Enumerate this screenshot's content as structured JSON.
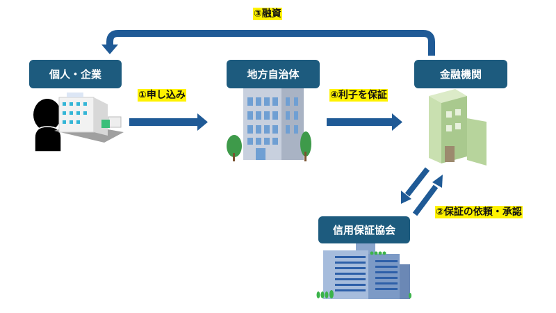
{
  "nodes": {
    "applicant": "個人・企業",
    "local_government": "地方自治体",
    "financial_institution": "金融機関",
    "credit_guarantee": "信用保証協会"
  },
  "steps": {
    "step1": "①申し込み",
    "step2": "②保証の依頼・承認",
    "step3": "③融資",
    "step4": "④利子を保証"
  },
  "colors": {
    "box": "#1d5b7e",
    "arrow": "#1f5a96",
    "highlight": "#fff200"
  }
}
